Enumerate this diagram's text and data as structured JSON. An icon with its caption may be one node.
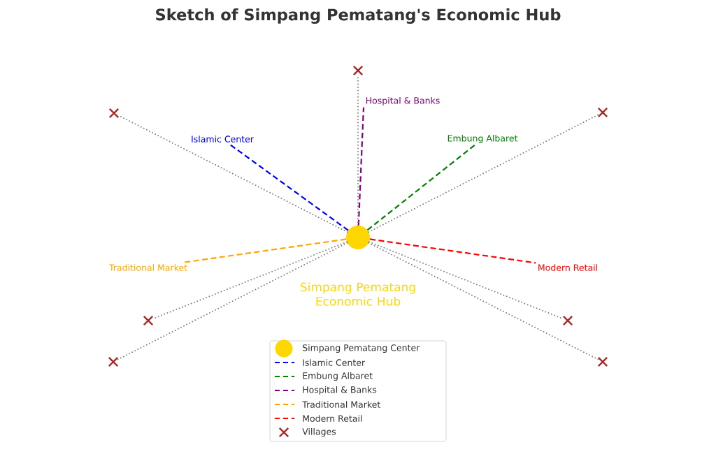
{
  "diagram": {
    "title": "Sketch of Simpang Pematang's Economic Hub",
    "nodes": [
      {
        "text": [],
        "shape": "cross"
      },
      {
        "text": [
          "Hospital & Banks"
        ]
      },
      {
        "text": [],
        "shape": "cross"
      },
      {
        "text": [],
        "shape": "cross"
      },
      {
        "text": [
          "Islamic Center"
        ]
      },
      {
        "text": [
          "Embung Albaret"
        ]
      },
      {
        "text": [],
        "shape": "circle",
        "beside": [
          "Simpang Pematang Economic Hub"
        ]
      },
      {
        "text": [
          "Traditional Market"
        ]
      },
      {
        "text": [
          "Modern Retail"
        ]
      },
      {
        "text": [],
        "shape": "cross"
      },
      {
        "text": [],
        "shape": "cross"
      },
      {
        "text": [],
        "shape": "cross"
      },
      {
        "text": [],
        "shape": "cross"
      }
    ],
    "edges": [
      {
        "from": 6,
        "to": 4,
        "arrow": "none",
        "style": "dashed",
        "color": "#0000ff"
      },
      {
        "from": 6,
        "to": 5,
        "arrow": "none",
        "style": "dashed",
        "color": "#008000"
      },
      {
        "from": 6,
        "to": 1,
        "arrow": "none",
        "style": "dashed",
        "color": "#800080"
      },
      {
        "from": 6,
        "to": 7,
        "arrow": "none",
        "style": "dashed",
        "color": "#ffa500"
      },
      {
        "from": 6,
        "to": 8,
        "arrow": "none",
        "style": "dashed",
        "color": "#ff0000"
      },
      {
        "from": 6,
        "to": 0,
        "arrow": "none"
      },
      {
        "from": 6,
        "to": 2,
        "arrow": "none"
      },
      {
        "from": 6,
        "to": 3,
        "arrow": "none"
      },
      {
        "from": 6,
        "to": 9,
        "arrow": "none"
      },
      {
        "from": 6,
        "to": 10,
        "arrow": "none"
      },
      {
        "from": 6,
        "to": 11,
        "arrow": "none"
      },
      {
        "from": 6,
        "to": 12,
        "arrow": "none"
      }
    ],
    "legend": [
      {
        "text": "Simpang Pematang Center",
        "color": "#ffd700"
      },
      {
        "text": "Islamic Center"
      },
      {
        "text": "Embung Albaret"
      },
      {
        "text": "Hospital & Banks"
      },
      {
        "text": "Traditional Market"
      },
      {
        "text": "Modern Retail"
      },
      {
        "text": "Villages"
      }
    ]
  }
}
